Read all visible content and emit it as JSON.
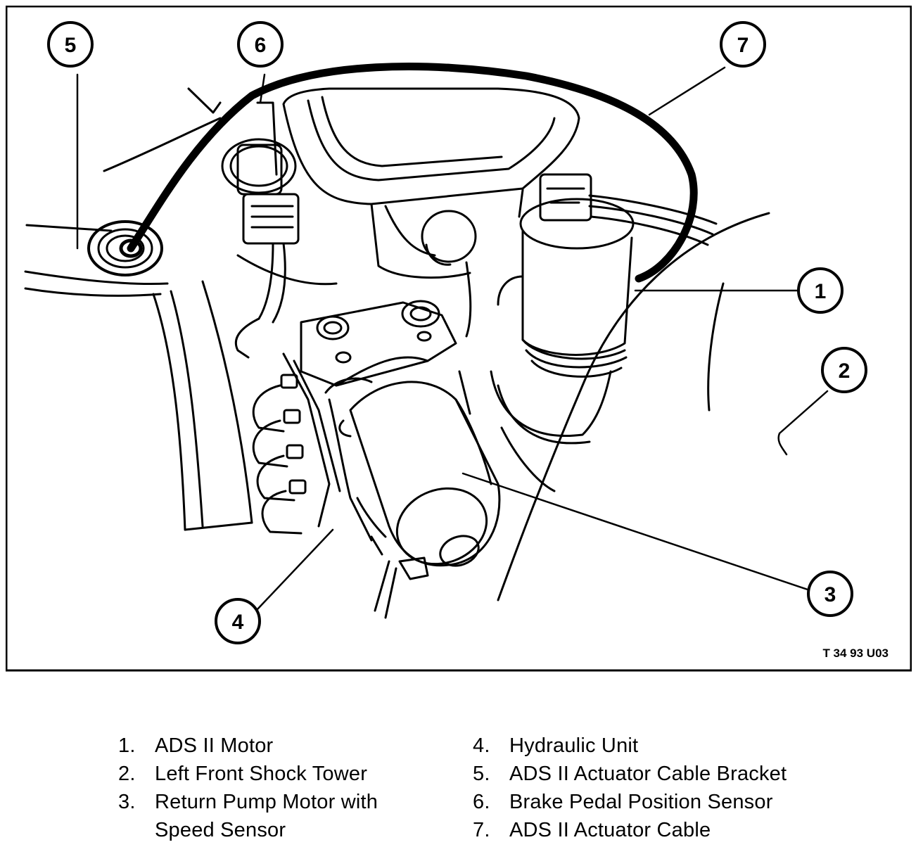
{
  "figure": {
    "reference_code": "T 34 93 U03",
    "callouts": [
      "1",
      "2",
      "3",
      "4",
      "5",
      "6",
      "7"
    ]
  },
  "legend": {
    "left": [
      {
        "index": "1.",
        "lines": [
          "ADS II Motor"
        ]
      },
      {
        "index": "2.",
        "lines": [
          "Left Front Shock Tower"
        ]
      },
      {
        "index": "3.",
        "lines": [
          "Return Pump Motor with",
          "Speed Sensor"
        ]
      }
    ],
    "right": [
      {
        "index": "4.",
        "lines": [
          "Hydraulic Unit"
        ]
      },
      {
        "index": "5.",
        "lines": [
          "ADS II Actuator Cable Bracket"
        ]
      },
      {
        "index": "6.",
        "lines": [
          "Brake Pedal Position Sensor"
        ]
      },
      {
        "index": "7.",
        "lines": [
          "ADS II Actuator Cable"
        ]
      }
    ]
  }
}
